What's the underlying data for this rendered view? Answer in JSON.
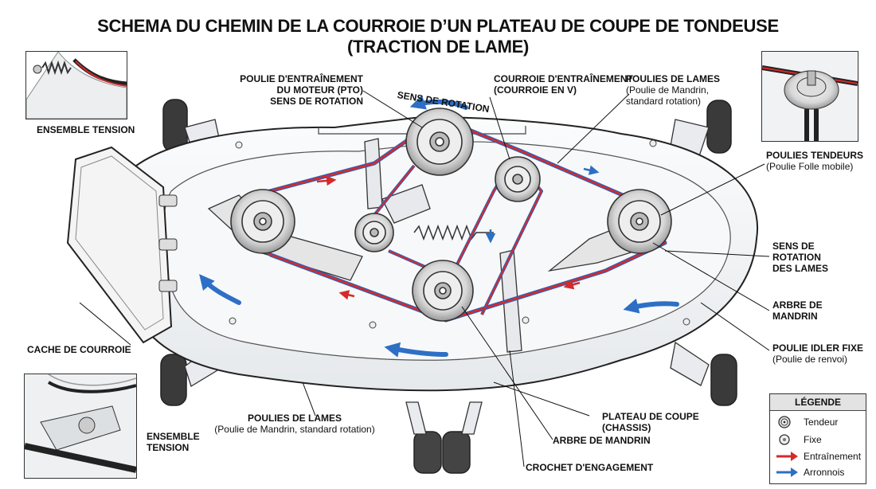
{
  "title": {
    "line1": "SCHEMA DU CHEMIN DE LA COURROIE D’UN PLATEAU DE COUPE DE TONDEUSE",
    "line2": "(TRACTION DE LAME)"
  },
  "labels": {
    "ensemble_tension_top": "ENSEMBLE TENSION",
    "poulie_moteur": [
      "POULIE D'ENTRAÎNEMENT",
      "DU MOTEUR (PTO)",
      "SENS DE ROTATION"
    ],
    "sens_rotation_arc": "SENS DE ROTATION",
    "courroie_entrainement": [
      "COURROIE D'ENTRAÎNEMENT",
      "(COURROIE EN V)"
    ],
    "poulies_lames_top": {
      "title": "POULIES DE LAMES",
      "sub1": "(Poulie de Mandrin,",
      "sub2": "standard rotation)"
    },
    "poulies_tendeurs": {
      "title": "POULIES TENDEURS",
      "sub": "(Poulie Folle mobile)"
    },
    "sens_rotation_lames": [
      "SENS DE",
      "ROTATION",
      "DES LAMES"
    ],
    "arbre_mandrin_right": [
      "ARBRE DE",
      "MANDRIN"
    ],
    "poulie_idler_fixe": {
      "title": "POULIE IDLER FIXE",
      "sub": "(Poulie de renvoi)"
    },
    "cache_courroie": "CACHE DE COURROIE",
    "poulies_lames_bottom": {
      "title": "POULIES DE LAMES",
      "sub": "(Poulie de Mandrin, standard rotation)"
    },
    "ensemble_tension_bottom": [
      "ENSEMBLE",
      "TENSION"
    ],
    "plateau_coupe": [
      "PLATEAU DE COUPE",
      "(CHASSIS)"
    ],
    "arbre_mandrin_bottom": "ARBRE DE MANDRIN",
    "crochet_engagement": "CROCHET D'ENGAGEMENT"
  },
  "legend": {
    "title": "LÉGENDE",
    "items": [
      {
        "label": "Tendeur",
        "icon": "double-ring-pulley-icon"
      },
      {
        "label": "Fixe",
        "icon": "single-ring-pulley-icon"
      },
      {
        "label": "Entraînement",
        "icon": "red-arrow-icon",
        "color": "#d62a2a"
      },
      {
        "label": "Arronnois",
        "icon": "blue-arrow-icon",
        "color": "#2d6fc4"
      }
    ]
  },
  "colors": {
    "belt_red": "#d62a2a",
    "belt_blue": "#2d5fb8",
    "rotation_blue": "#2d6fc4",
    "deck_fill": "#f2f4f6",
    "outline": "#2a2a2a"
  }
}
